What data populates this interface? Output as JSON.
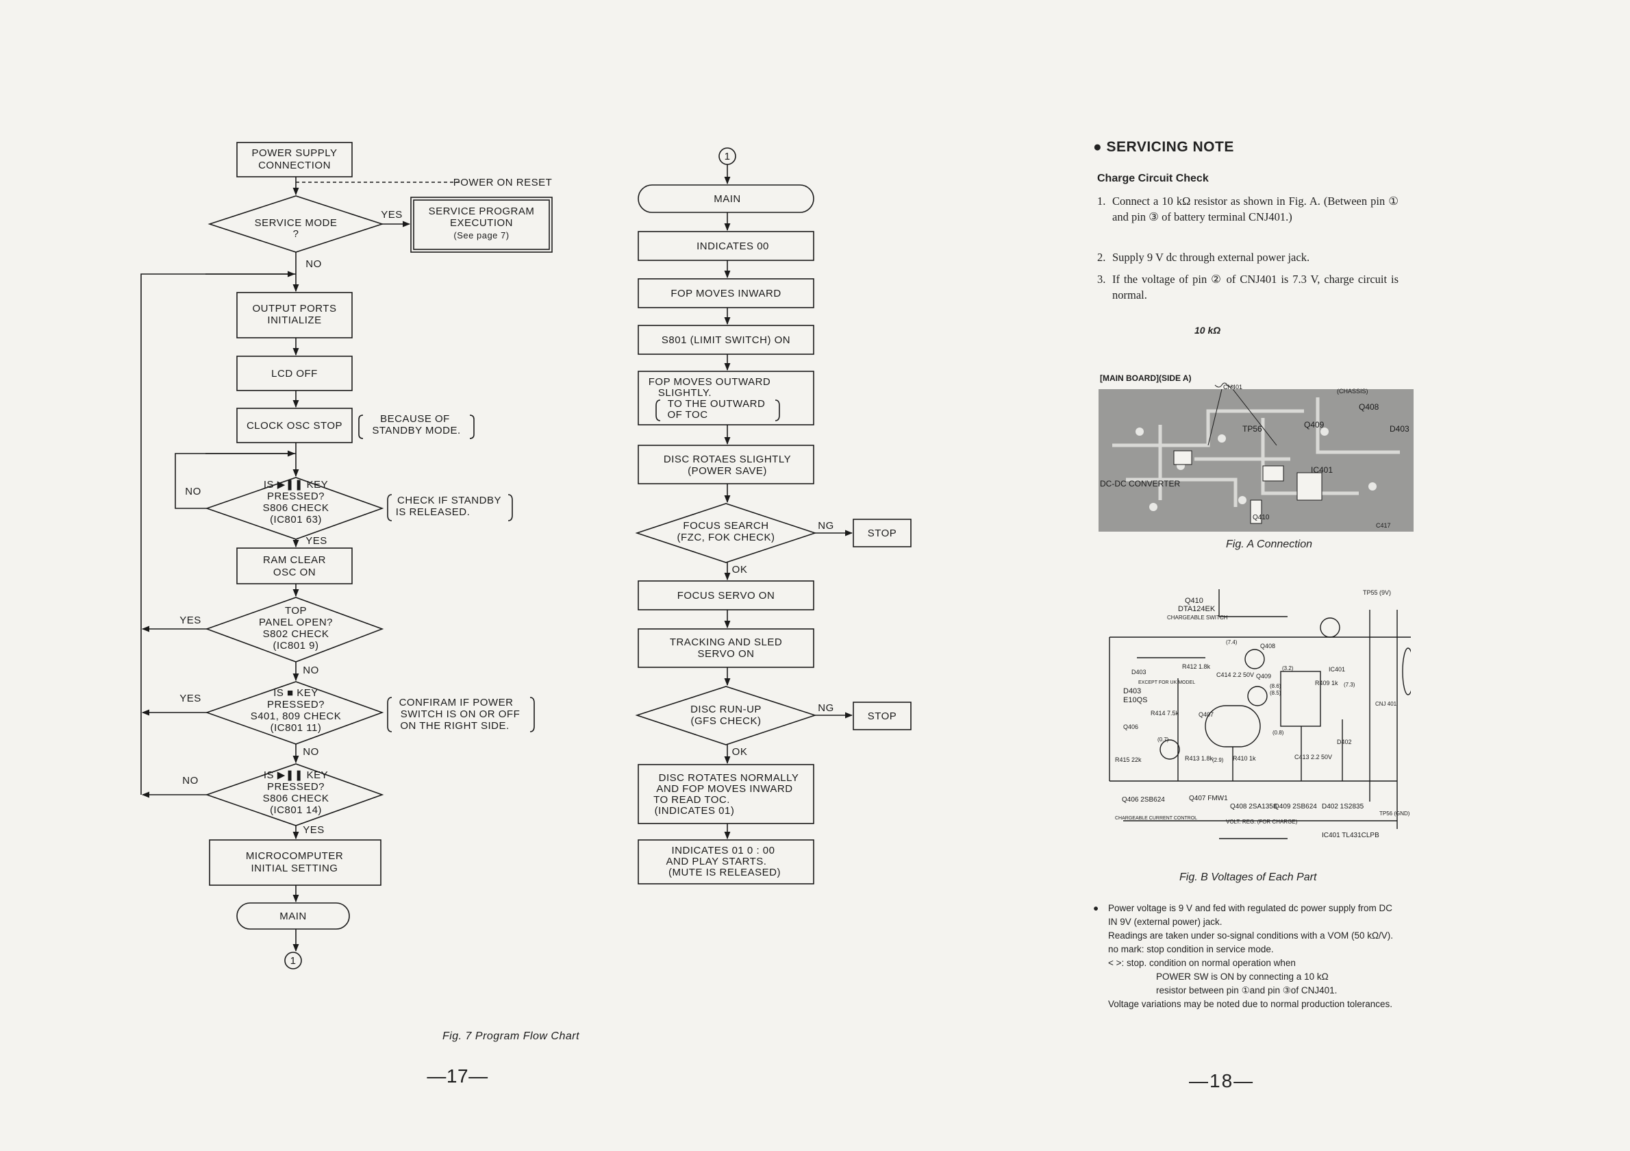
{
  "flowchart": {
    "left": {
      "power_supply_1": "POWER SUPPLY",
      "power_supply_2": "CONNECTION",
      "power_on_reset": "POWER ON RESET",
      "service_mode_1": "SERVICE MODE",
      "service_mode_2": "?",
      "yes1": "YES",
      "no1": "NO",
      "service_prog_1": "SERVICE PROGRAM",
      "service_prog_2": "EXECUTION",
      "service_prog_3": "(See page 7)",
      "output_ports_1": "OUTPUT PORTS",
      "output_ports_2": "INITIALIZE",
      "lcd_off": "LCD OFF",
      "clock_osc_stop": "CLOCK OSC STOP",
      "because_1": "BECAUSE OF",
      "because_2": "STANDBY MODE.",
      "key1_1": "IS ▶❚❚ KEY",
      "key1_2": "PRESSED?",
      "key1_3": "S806 CHECK",
      "key1_4": "(IC801 63)",
      "no_key1": "NO",
      "yes_key1": "YES",
      "check_standby_1": "CHECK IF STANDBY",
      "check_standby_2": "IS RELEASED.",
      "ram_clear_1": "RAM CLEAR",
      "ram_clear_2": "OSC ON",
      "top_panel_1": "TOP",
      "top_panel_2": "PANEL OPEN?",
      "top_panel_3": "S802 CHECK",
      "top_panel_4": "(IC801 9)",
      "yes_top": "YES",
      "no_top": "NO",
      "stop_key_1": "IS ■ KEY",
      "stop_key_2": "PRESSED?",
      "stop_key_3": "S401, 809 CHECK",
      "stop_key_4": "(IC801 11)",
      "yes_stop": "YES",
      "no_stop": "NO",
      "confirm_1": "CONFIRAM IF POWER",
      "confirm_2": "SWITCH IS ON OR OFF",
      "confirm_3": "ON THE RIGHT SIDE.",
      "key2_1": "IS ▶❚❚ KEY",
      "key2_2": "PRESSED?",
      "key2_3": "S806 CHECK",
      "key2_4": "(IC801 14)",
      "no_key2": "NO",
      "yes_key2": "YES",
      "micro_1": "MICROCOMPUTER",
      "micro_2": "INITIAL SETTING",
      "main": "MAIN",
      "conn": "1"
    },
    "right": {
      "conn": "1",
      "main": "MAIN",
      "indicates_00": "INDICATES 00",
      "fop_inward": "FOP MOVES INWARD",
      "s801": "S801 (LIMIT SWITCH) ON",
      "fop_out_1": "FOP MOVES OUTWARD",
      "fop_out_2": "SLIGHTLY.",
      "fop_out_3": "TO THE OUTWARD",
      "fop_out_4": "OF TOC",
      "disc_slight_1": "DISC ROTAES SLIGHTLY",
      "disc_slight_2": "(POWER SAVE)",
      "focus_search_1": "FOCUS SEARCH",
      "focus_search_2": "(FZC, FOK CHECK)",
      "ng1": "NG",
      "stop1": "STOP",
      "ok1": "OK",
      "focus_servo": "FOCUS SERVO ON",
      "tracking_1": "TRACKING AND SLED",
      "tracking_2": "SERVO ON",
      "runup_1": "DISC RUN-UP",
      "runup_2": "(GFS CHECK)",
      "ng2": "NG",
      "stop2": "STOP",
      "ok2": "OK",
      "normal_1": "DISC ROTATES NORMALLY",
      "normal_2": "AND FOP MOVES INWARD",
      "normal_3": "TO READ TOC.",
      "normal_4": "(INDICATES 01)",
      "play_1": "INDICATES 01 0 : 00",
      "play_2": "AND PLAY STARTS.",
      "play_3": "(MUTE IS RELEASED)"
    },
    "caption": "Fig. 7 Program Flow Chart",
    "page_number": "—17—"
  },
  "servicing": {
    "title": "● SERVICING NOTE",
    "subtitle": "Charge Circuit Check",
    "steps": [
      {
        "n": "1.",
        "text": "Connect a 10 kΩ resistor as shown in Fig. A. (Between pin ① and pin ③ of battery terminal CNJ401.)"
      },
      {
        "n": "2.",
        "text": "Supply 9 V dc through external power jack."
      },
      {
        "n": "3.",
        "text": "If the voltage of pin ② of CNJ401 is 7.3 V, charge circuit is normal."
      }
    ],
    "fig_a": {
      "resistor": "10 kΩ",
      "board_label": "[MAIN BOARD](SIDE A)",
      "labels": [
        "Q408",
        "Q409",
        "D403",
        "IC401",
        "DC-DC CONVERTER",
        "Q410",
        "TP56",
        "(CHASSIS)",
        "CN401",
        "C417"
      ],
      "caption": "Fig. A Connection"
    },
    "fig_b": {
      "labels": [
        "Q410",
        "DTA124EK",
        "CHARGEABLE SWITCH",
        "TP55 (9V)",
        "D403",
        "E10QS",
        "R412 1.8k",
        "C414 2.2 50V",
        "Q408",
        "R409 1k",
        "R414 7.5k",
        "Q406",
        "R415 22k",
        "Q407",
        "R413 1.8k",
        "R410 1k",
        "Q409",
        "C413 2.2 50V",
        "D402",
        "IC401",
        "CNJ 401",
        "Q406 2SB624",
        "Q407 FMW1",
        "Q408 2SA1358",
        "Q409 2SB624",
        "D402 1S2835",
        "TP56 (GND)",
        "CHARGEABLE CURRENT CONTROL",
        "VOLT. REG. (FOR CHARGE)",
        "IC401 TL431CLPB",
        "EXCEPT FOR UK MODEL",
        "(7.3)",
        "(7.4)",
        "(8.5)",
        "(8.6)",
        "(3.2)",
        "(0.8)",
        "(0.7)",
        "(2.9)"
      ],
      "caption": "Fig. B Voltages of Each Part"
    },
    "notes": {
      "line1": "Power voltage is 9 V and fed with regulated dc power supply from DC IN 9V (external power) jack.",
      "line2": "Readings are taken under so-signal conditions with a VOM (50 kΩ/V).",
      "line3": "no mark: stop condition in service mode.",
      "line4": "<     >: stop. condition on normal operation when",
      "line5": "POWER SW is ON by connecting a 10 kΩ",
      "line6": "resistor between pin ①and pin ③of CNJ401.",
      "line7": "Voltage variations may be noted due to normal production tolerances."
    },
    "page_number": "—18—"
  },
  "colors": {
    "paper": "#f4f3ef",
    "ink": "#1a1a1a",
    "photo": "#8d8d8d"
  }
}
